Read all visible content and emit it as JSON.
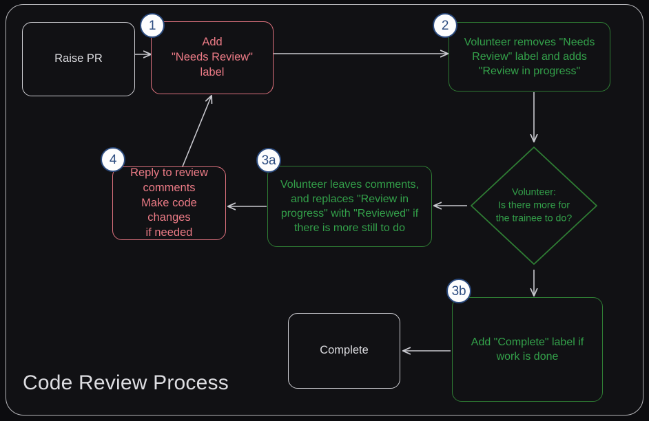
{
  "diagram": {
    "title": "Code Review Process",
    "colors": {
      "background": "#0c0c0f",
      "frame_border": "#b9b9bd",
      "neutral": "#cfcfd4",
      "red": "#ec7b86",
      "green": "#33a14a",
      "green_border": "#2f7d34",
      "badge_fill": "#fdfdfd",
      "badge_border": "#2b4a7d",
      "badge_text": "#2c4c80",
      "edge": "#c9c9cf"
    },
    "nodes": [
      {
        "id": "raise-pr",
        "label": "Raise PR",
        "style": "neutral",
        "shape": "rounded-rect",
        "badge": null
      },
      {
        "id": "add-needs-review",
        "label": "Add\n\"Needs Review\"\nlabel",
        "style": "red",
        "shape": "rounded-rect",
        "badge": "1"
      },
      {
        "id": "volunteer-takes",
        "label": "Volunteer removes \"Needs\nReview\" label and adds\n\"Review in progress\"",
        "style": "green",
        "shape": "rounded-rect",
        "badge": "2"
      },
      {
        "id": "decision-more-work",
        "label": "Volunteer:\nIs there more for\nthe trainee to do?",
        "style": "green",
        "shape": "diamond",
        "badge": null
      },
      {
        "id": "volunteer-comments",
        "label": "Volunteer leaves comments,\nand replaces \"Review in\nprogress\" with \"Reviewed\" if\nthere is more still to do",
        "style": "green",
        "shape": "rounded-rect",
        "badge": "3a"
      },
      {
        "id": "reply-to-comments",
        "label": "Reply to review\ncomments\nMake code changes\nif needed",
        "style": "red",
        "shape": "rounded-rect",
        "badge": "4"
      },
      {
        "id": "add-complete-label",
        "label": "Add \"Complete\" label if\nwork is done",
        "style": "green",
        "shape": "rounded-rect",
        "badge": "3b"
      },
      {
        "id": "complete",
        "label": "Complete",
        "style": "neutral",
        "shape": "rounded-rect",
        "badge": null
      }
    ],
    "edges": [
      {
        "from": "raise-pr",
        "to": "add-needs-review",
        "label": ""
      },
      {
        "from": "add-needs-review",
        "to": "volunteer-takes",
        "label": ""
      },
      {
        "from": "volunteer-takes",
        "to": "decision-more-work",
        "label": ""
      },
      {
        "from": "decision-more-work",
        "to": "volunteer-comments",
        "label": ""
      },
      {
        "from": "decision-more-work",
        "to": "add-complete-label",
        "label": ""
      },
      {
        "from": "volunteer-comments",
        "to": "reply-to-comments",
        "label": ""
      },
      {
        "from": "reply-to-comments",
        "to": "add-needs-review",
        "label": ""
      },
      {
        "from": "add-complete-label",
        "to": "complete",
        "label": ""
      }
    ]
  }
}
